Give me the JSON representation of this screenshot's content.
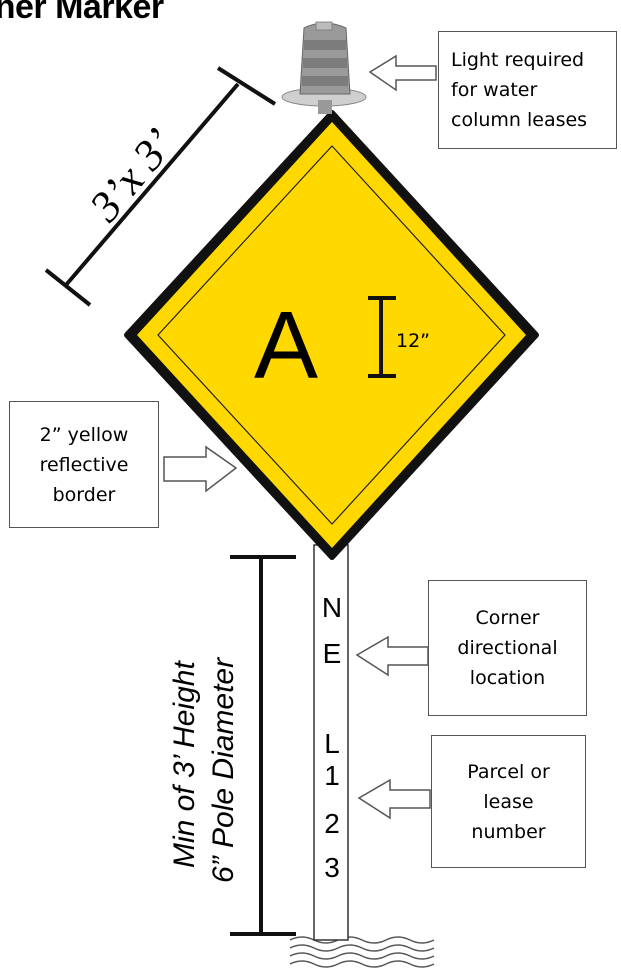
{
  "title": "rner Marker",
  "dimension_label": "3’x 3’",
  "sign_letter": "A",
  "letter_height_label": "12”",
  "callouts": {
    "light": "Light required\nfor water\ncolumn leases",
    "border": "2” yellow\nreflective\nborder",
    "corner": "Corner\ndirectional\nlocation",
    "parcel": "Parcel or\nlease\nnumber"
  },
  "pole_labels": {
    "height": "Min of 3’ Height",
    "diameter": "6” Pole Diameter"
  },
  "pole_text": [
    "N",
    "E",
    "L",
    "1",
    "2",
    "3"
  ],
  "colors": {
    "sign_yellow": "#ffd800",
    "sign_edge": "#111111",
    "light_gray": "#9a9a9a"
  }
}
